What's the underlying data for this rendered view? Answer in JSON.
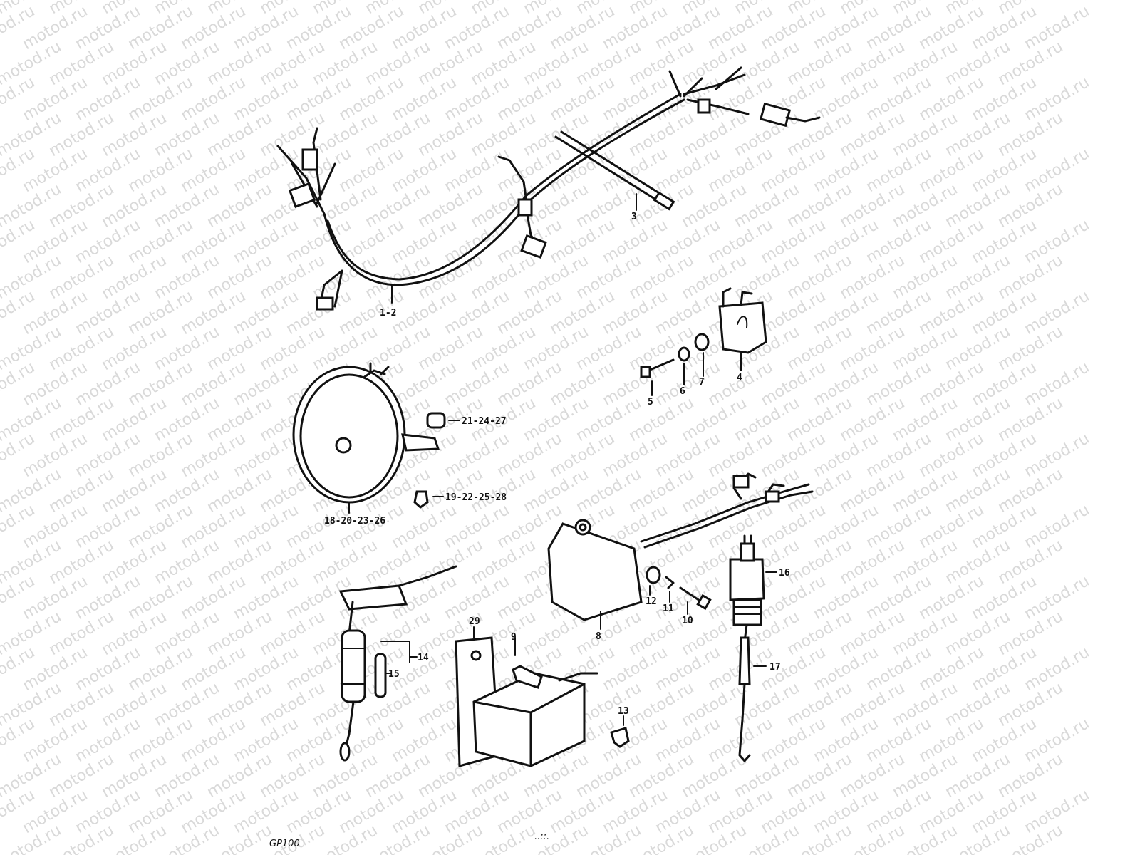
{
  "watermark": "motod.ru",
  "labels": {
    "harness": "1-2",
    "tube": "3",
    "relay": "4",
    "screw_5": "5",
    "washer_6": "6",
    "washer_7": "7",
    "bushing": "21-24-27",
    "collar": "19-22-25-28",
    "headlamp": "18-20-23-26",
    "box_8": "8",
    "screw_10": "10",
    "washer_11": "11",
    "washer_12": "12",
    "switch_16": "16",
    "spring_17": "17",
    "plate_29": "29",
    "cdi_9": "9",
    "bolt_13": "13",
    "fuse_14": "14",
    "fuse_15": "15"
  },
  "footer": {
    "code": "GP100",
    "mark": "..::."
  }
}
